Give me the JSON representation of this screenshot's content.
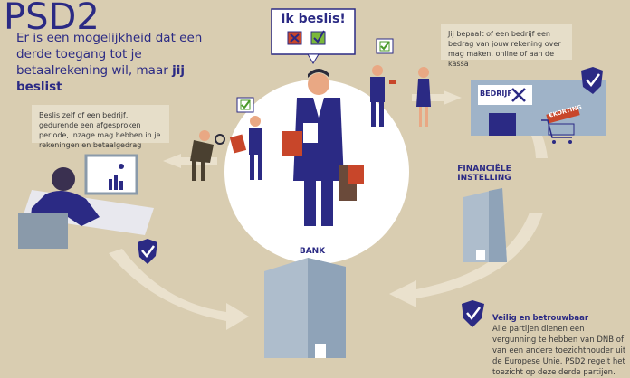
{
  "header": {
    "title": "PSD2",
    "subtitle_prefix": "Er is een mogelijkheid dat een derde toegang tot je betaalrekening wil, maar ",
    "subtitle_bold": "jij beslist"
  },
  "speech_bubble": {
    "text": "Ik beslis!"
  },
  "notes": {
    "right": "Jij bepaalt of een bedrijf een bedrag van jouw rekening over mag maken, online of aan de kassa",
    "left": "Beslis zelf of een bedrijf, gedurende een afgesproken periode, inzage mag hebben in je rekeningen en betaalgedrag"
  },
  "labels": {
    "bedrijf": "BEDRIJF",
    "korting": "€KORTING",
    "financial_1": "FINANCIËLE",
    "financial_2": "INSTELLING",
    "bank": "BANK"
  },
  "safety": {
    "heading": "Veilig en betrouwbaar",
    "text": "Alle partijen dienen een vergunning te hebben van DNB of van een andere toezichthouder uit de Europese Unie. PSD2 regelt het toezicht op deze derde partijen."
  },
  "colors": {
    "background": "#d9cdb1",
    "navy": "#2b2a84",
    "accent_red": "#c8462a",
    "check_green": "#4a9a2a"
  },
  "icons": [
    "shield-check-icon",
    "checkbox-check-icon",
    "checkbox-cross-icon",
    "arrow-icon",
    "magnifier-icon",
    "shopping-cart-icon"
  ]
}
